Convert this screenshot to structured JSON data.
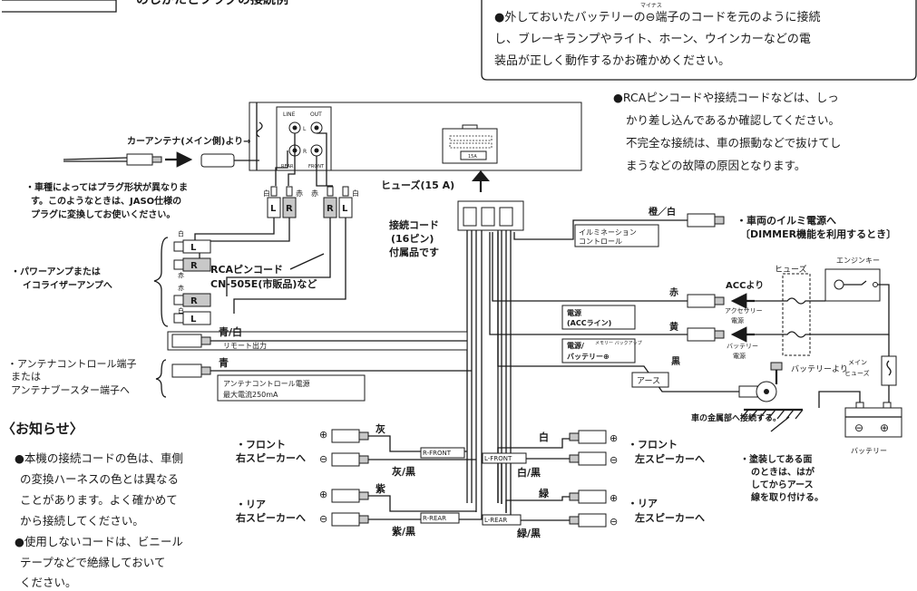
{
  "header_partial": "のしかたとフラグの接続例",
  "top_note": {
    "lines": [
      "●外しておいたバッテリーの⊖端子のコードを元のように接続",
      "し、ブレーキランプやライト、ホーン、ウインカーなどの電",
      "装品が正しく動作するかお確かめください。"
    ],
    "ruby": "マイナス"
  },
  "rca_note": {
    "lines": [
      "●RCAピンコードや接続コードなどは、しっ",
      "かり差し込んであるか確認してください。",
      "不完全な接続は、車の振動などで抜けてし",
      "まうなどの故障の原因となります。"
    ]
  },
  "unit": {
    "line": "LINE",
    "out": "OUT",
    "rear": "REAR",
    "front": "FRONT",
    "l": "L",
    "r": "R",
    "fuse_rating": "15A"
  },
  "antenna": {
    "label": "カーアンテナ(メイン側)より→"
  },
  "plug_note": {
    "lines": [
      "・車種によってはプラグ形状が異なりま",
      "す。このようなときは、JASO仕様の",
      "プラグに変換してお使いください。"
    ]
  },
  "fuse_label": "ヒューズ(15 A)",
  "rca_colors": {
    "white": "白",
    "red": "赤"
  },
  "rca_plugs": {
    "l": "L",
    "r": "R"
  },
  "amp": {
    "label_1": "・パワーアンプまたは",
    "label_2": "イコライザーアンプへ"
  },
  "rca_cable": {
    "line_1": "RCAピンコード",
    "line_2": "CN-505E(市販品)など"
  },
  "connector_label": {
    "line_1": "接続コード",
    "line_2": "(16ピン)",
    "line_3": "付属品です"
  },
  "illumination": {
    "wire": "橙／白",
    "line_1": "イルミネーション",
    "line_2": "コントロール",
    "target_1": "・車両のイルミ電源へ",
    "target_2": "〔DIMMER機能を利用するとき〕"
  },
  "acc": {
    "wire": "赤",
    "from": "ACCより",
    "line_1": "電源",
    "line_2": "(ACCライン)",
    "source_1": "アクセサリー",
    "source_2": "電源"
  },
  "battery": {
    "wire": "黄",
    "line_1": "電源/",
    "ruby": "メモリー バックアップ",
    "line_2": "バッテリー⊕",
    "source_1": "バッテリー",
    "source_2": "電源",
    "from": "バッテリーより",
    "label": "バッテリー",
    "minus": "⊖",
    "plus": "⊕"
  },
  "fuse_box": {
    "fuse": "ヒューズ",
    "engine_key": "エンジンキー",
    "main_1": "メイン",
    "main_2": "ヒューズ"
  },
  "remote": {
    "wire": "青/白",
    "label": "リモート出力"
  },
  "antenna_ctrl": {
    "target_1": "・アンテナコントロール端子",
    "target_2": "または",
    "target_3": "アンテナブースター端子へ",
    "wire": "青",
    "line_1": "アンテナコントロール電源",
    "line_2": "最大電流250mA"
  },
  "ground": {
    "wire": "黒",
    "label": "アース",
    "target": "車の金属部へ接続する。",
    "note_1": "・塗装してある面",
    "note_2": "のときは、はが",
    "note_3": "してからアース",
    "note_4": "線を取り付ける。"
  },
  "notice": {
    "title": "〈お知らせ〉",
    "lines": [
      "●本機の接続コードの色は、車側",
      "の変換ハーネスの色とは異なる",
      "ことがあります。よく確かめて",
      "から接続してください。",
      "●使用しないコードは、ビニール",
      "テープなどで絶縁しておいて",
      "ください。"
    ]
  },
  "speakers": {
    "plus": "⊕",
    "minus": "⊖",
    "front_right": {
      "label_1": "・フロント",
      "label_2": "右スピーカーへ",
      "wire_plus": "灰",
      "wire_minus": "灰/黒",
      "tag": "R-FRONT"
    },
    "rear_right": {
      "label_1": "・リア",
      "label_2": "右スピーカーへ",
      "wire_plus": "紫",
      "wire_minus": "紫/黒",
      "tag": "R-REAR"
    },
    "front_left": {
      "label_1": "・フロント",
      "label_2": "左スピーカーへ",
      "wire_plus": "白",
      "wire_minus": "白/黒",
      "tag": "L-FRONT"
    },
    "rear_left": {
      "label_1": "・リア",
      "label_2": "左スピーカーへ",
      "wire_plus": "緑",
      "wire_minus": "緑/黒",
      "tag": "L-REAR"
    }
  }
}
